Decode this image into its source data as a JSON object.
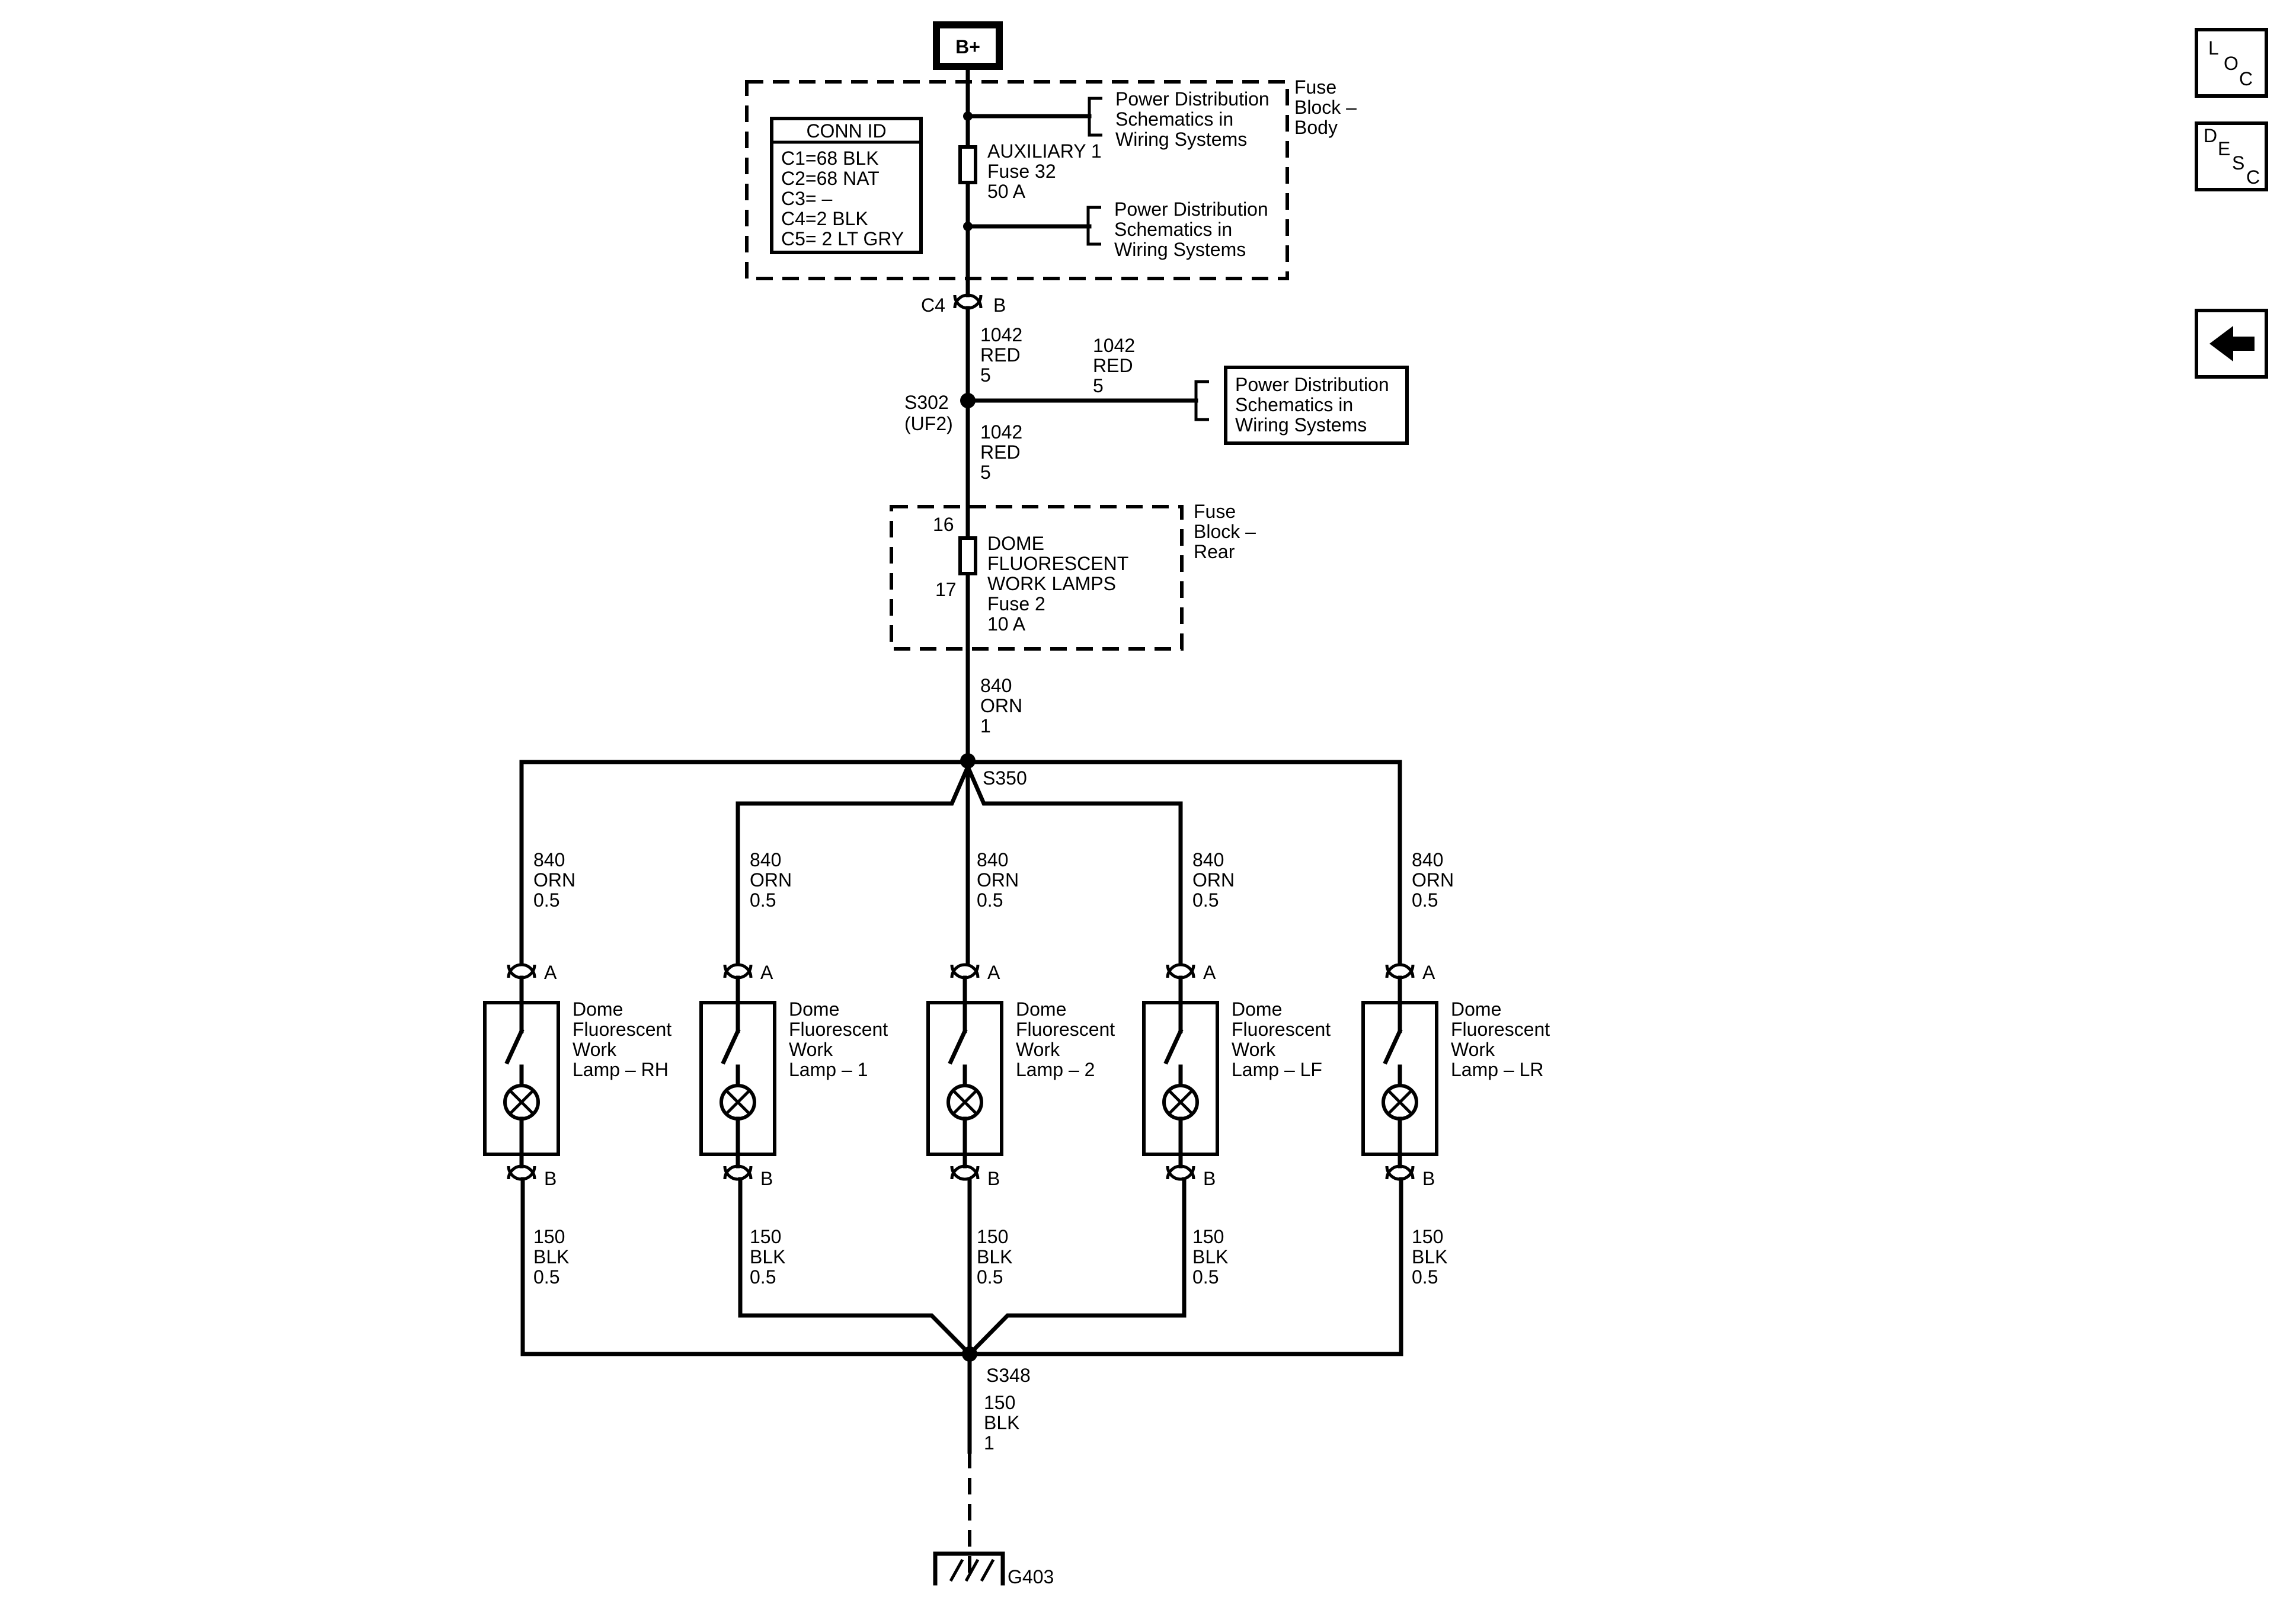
{
  "power_source": "B+",
  "fuse_block_body": {
    "label": [
      "Fuse",
      "Block –",
      "Body"
    ],
    "conn_id": {
      "title": "CONN ID",
      "rows": [
        "C1=68 BLK",
        "C2=68 NAT",
        "C3= –",
        "C4=2 BLK",
        "C5= 2 LT GRY"
      ]
    },
    "fuse": [
      "AUXILIARY 1",
      "Fuse 32",
      "50 A"
    ],
    "ref_top": [
      "Power Distribution",
      "Schematics in",
      "Wiring Systems"
    ],
    "ref_bottom": [
      "Power Distribution",
      "Schematics in",
      "Wiring Systems"
    ]
  },
  "connector_c4": {
    "name": "C4",
    "pin": "B"
  },
  "wire_1042_upper": [
    "1042",
    "RED",
    "5"
  ],
  "wire_1042_branch": [
    "1042",
    "RED",
    "5"
  ],
  "wire_1042_lower": [
    "1042",
    "RED",
    "5"
  ],
  "splice_s302": [
    "S302",
    "(UF2)"
  ],
  "ref_s302": [
    "Power Distribution",
    "Schematics in",
    "Wiring Systems"
  ],
  "fuse_block_rear": {
    "label": [
      "Fuse",
      "Block –",
      "Rear"
    ],
    "pin_in": "16",
    "pin_out": "17",
    "fuse": [
      "DOME",
      "FLUORESCENT",
      "WORK LAMPS",
      "Fuse 2",
      "10 A"
    ]
  },
  "wire_840_main": [
    "840",
    "ORN",
    "1"
  ],
  "splice_s350": "S350",
  "splice_s348": "S348",
  "wire_150_main": [
    "150",
    "BLK",
    "1"
  ],
  "ground": "G403",
  "lamps": [
    {
      "name": [
        "Dome",
        "Fluorescent",
        "Work",
        "Lamp – RH"
      ],
      "pin_a": "A",
      "pin_b": "B",
      "wire_in": [
        "840",
        "ORN",
        "0.5"
      ],
      "wire_out": [
        "150",
        "BLK",
        "0.5"
      ]
    },
    {
      "name": [
        "Dome",
        "Fluorescent",
        "Work",
        "Lamp – 1"
      ],
      "pin_a": "A",
      "pin_b": "B",
      "wire_in": [
        "840",
        "ORN",
        "0.5"
      ],
      "wire_out": [
        "150",
        "BLK",
        "0.5"
      ]
    },
    {
      "name": [
        "Dome",
        "Fluorescent",
        "Work",
        "Lamp – 2"
      ],
      "pin_a": "A",
      "pin_b": "B",
      "wire_in": [
        "840",
        "ORN",
        "0.5"
      ],
      "wire_out": [
        "150",
        "BLK",
        "0.5"
      ]
    },
    {
      "name": [
        "Dome",
        "Fluorescent",
        "Work",
        "Lamp – LF"
      ],
      "pin_a": "A",
      "pin_b": "B",
      "wire_in": [
        "840",
        "ORN",
        "0.5"
      ],
      "wire_out": [
        "150",
        "BLK",
        "0.5"
      ]
    },
    {
      "name": [
        "Dome",
        "Fluorescent",
        "Work",
        "Lamp – LR"
      ],
      "pin_a": "A",
      "pin_b": "B",
      "wire_in": [
        "840",
        "ORN",
        "0.5"
      ],
      "wire_out": [
        "150",
        "BLK",
        "0.5"
      ]
    }
  ],
  "nav": {
    "loc": [
      "L",
      "O",
      "C"
    ],
    "desc": [
      "D",
      "E",
      "S",
      "C"
    ],
    "back_icon": "left-arrow-icon"
  }
}
